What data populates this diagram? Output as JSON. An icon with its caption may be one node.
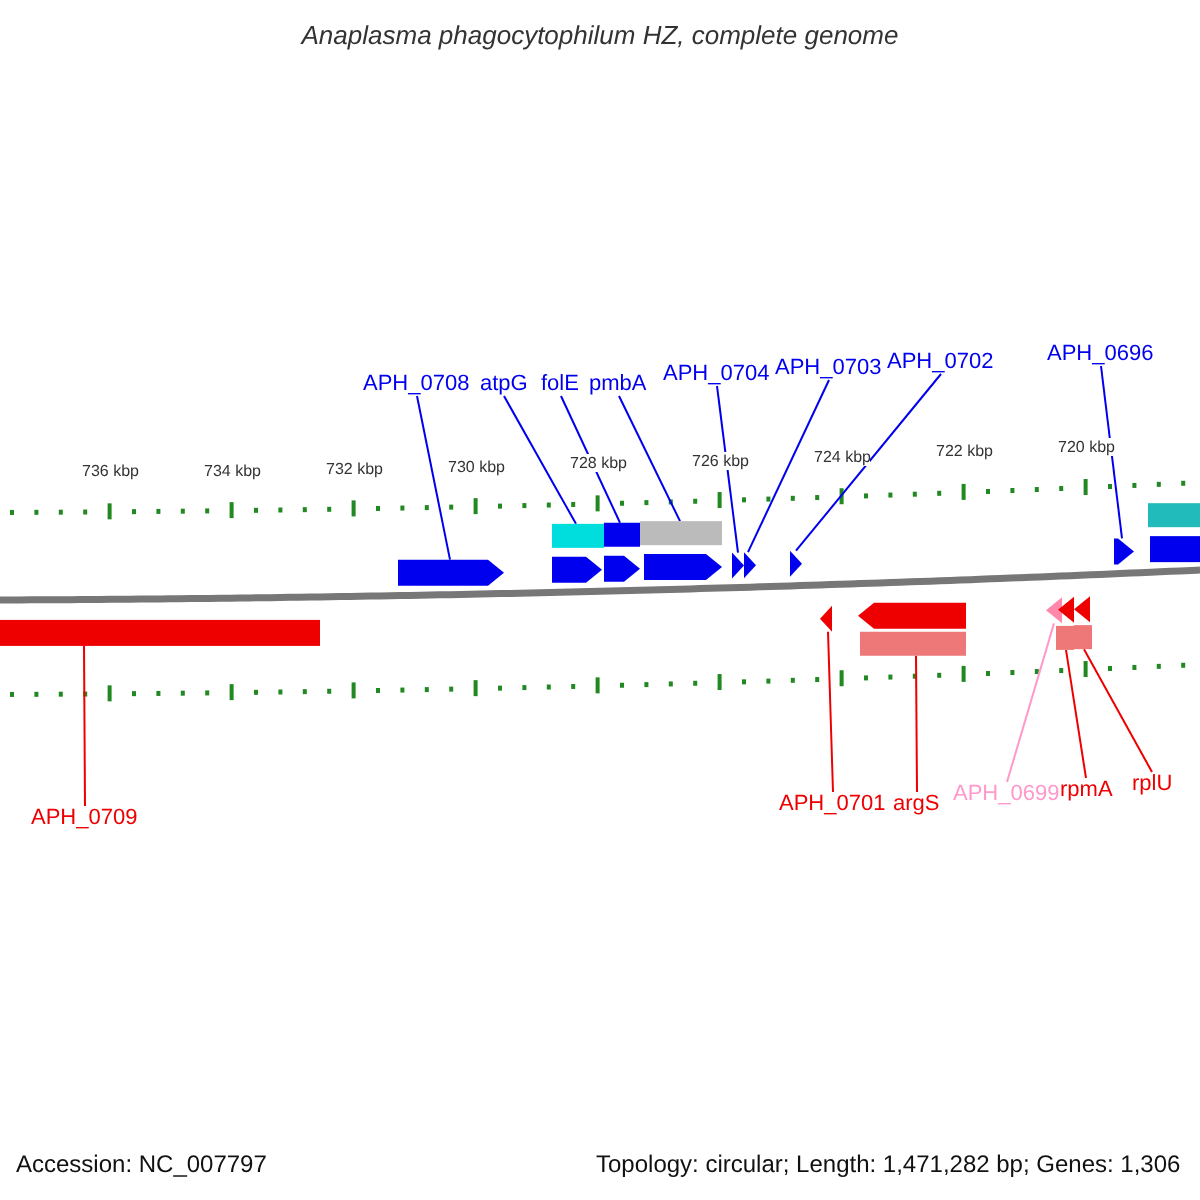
{
  "diagram": {
    "title": "Anaplasma phagocytophilum HZ, complete genome",
    "nodes": [
      {
        "text": [
          "APH_0708"
        ]
      },
      {
        "text": [
          "atpG"
        ]
      },
      {
        "text": [
          "folE"
        ]
      },
      {
        "text": [
          "pmbA"
        ]
      },
      {
        "text": [
          "APH_0704"
        ]
      },
      {
        "text": [
          "APH_0703"
        ]
      },
      {
        "text": [
          "APH_0702"
        ]
      },
      {
        "text": [
          "APH_0696"
        ]
      },
      {
        "text": [
          "APH_0709"
        ]
      },
      {
        "text": [
          "APH_0701"
        ]
      },
      {
        "text": [
          "argS"
        ]
      },
      {
        "text": [
          "APH_0699"
        ]
      },
      {
        "text": [
          "rpmA"
        ]
      },
      {
        "text": [
          "rplU"
        ]
      },
      {
        "text": [],
        "shape": "bar"
      },
      {
        "text": [],
        "shape": "pentagon"
      },
      {
        "text": [],
        "shape": "bar"
      },
      {
        "text": [],
        "shape": "pentagon"
      },
      {
        "text": [],
        "shape": "bar"
      },
      {
        "text": [],
        "shape": "pentagon"
      },
      {
        "text": [],
        "shape": "bar"
      },
      {
        "text": [],
        "shape": "pentagon"
      },
      {
        "text": [],
        "shape": "pentagon"
      },
      {
        "text": [],
        "shape": "pentagon"
      },
      {
        "text": [],
        "shape": "pentagon"
      },
      {
        "text": [],
        "shape": "pentagon"
      },
      {
        "text": [],
        "shape": "pentagon"
      },
      {
        "text": [],
        "shape": "bar"
      },
      {
        "text": [],
        "shape": "pentagon"
      },
      {
        "text": [],
        "shape": "bar"
      },
      {
        "text": [],
        "shape": "pentagon"
      },
      {
        "text": [],
        "shape": "bar"
      },
      {
        "text": [],
        "shape": "pentagon"
      },
      {
        "text": [],
        "shape": "pentagon"
      },
      {
        "text": [],
        "shape": "bar"
      },
      {
        "text": [],
        "shape": "bar"
      }
    ],
    "edges": [
      {
        "from": 0,
        "to": 15,
        "arrow": "none"
      },
      {
        "from": 1,
        "to": 16,
        "arrow": "none"
      },
      {
        "from": 2,
        "to": 18,
        "arrow": "none"
      },
      {
        "from": 3,
        "to": 20,
        "arrow": "none"
      },
      {
        "from": 4,
        "to": 22,
        "arrow": "none"
      },
      {
        "from": 5,
        "to": 23,
        "arrow": "none"
      },
      {
        "from": 6,
        "to": 24,
        "arrow": "none"
      },
      {
        "from": 7,
        "to": 33,
        "arrow": "none"
      },
      {
        "from": 8,
        "to": 14,
        "arrow": "none",
        "color": "#ee0000"
      },
      {
        "from": 9,
        "to": 25,
        "arrow": "none",
        "color": "#ee0000"
      },
      {
        "from": 10,
        "to": 27,
        "arrow": "none",
        "color": "#ee0000"
      },
      {
        "from": 11,
        "to": 28,
        "arrow": "none",
        "color": "#ff99cc"
      },
      {
        "from": 12,
        "to": 29,
        "arrow": "none",
        "color": "#ee0000"
      },
      {
        "from": 13,
        "to": 31,
        "arrow": "none",
        "color": "#ee0000"
      }
    ],
    "labels": [
      "736 kbp",
      "734 kbp",
      "732 kbp",
      "730 kbp",
      "728 kbp",
      "726 kbp",
      "724 kbp",
      "722 kbp",
      "720 kbp",
      "Accession: NC_007797",
      "Topology: circular; Length: 1,471,282 bp; Genes: 1,306"
    ]
  }
}
